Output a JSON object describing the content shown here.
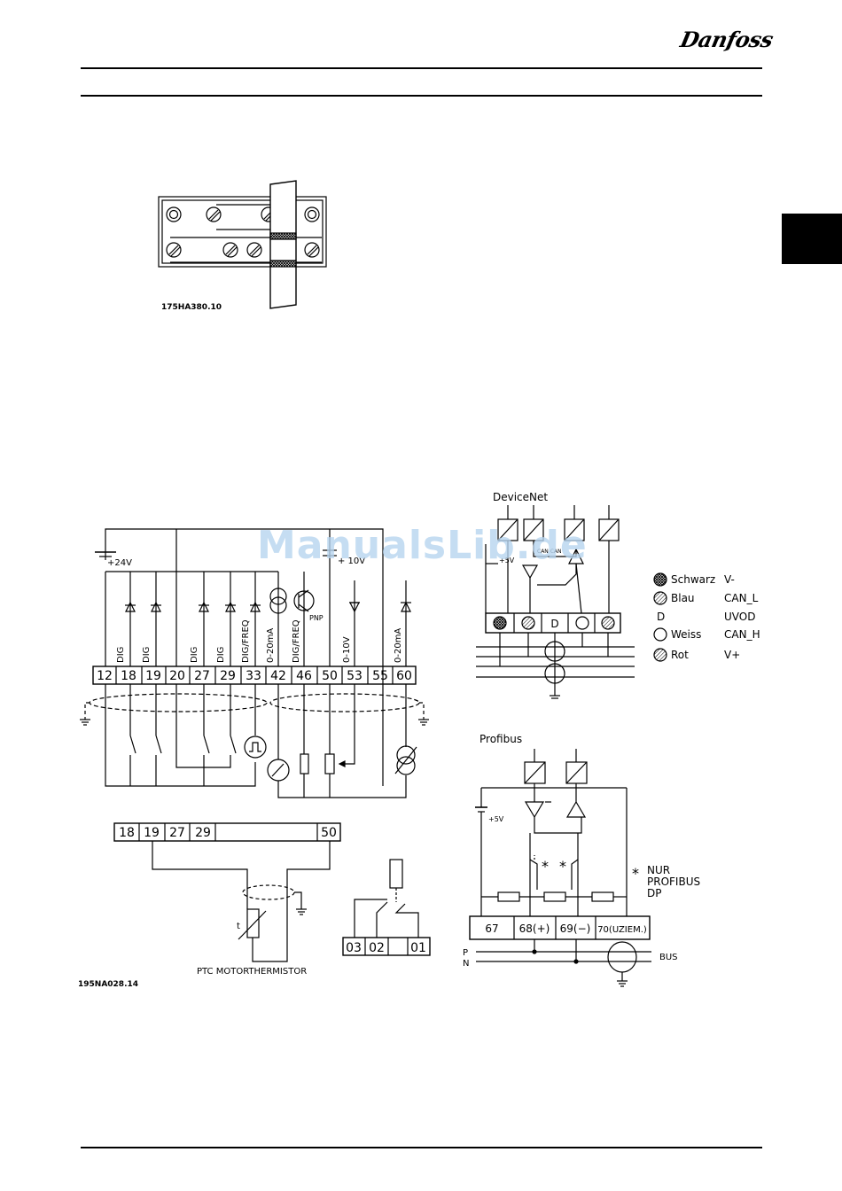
{
  "header": {
    "brand": "Danfoss"
  },
  "watermark": "ManualsLib.de",
  "figure1": {
    "code": "175HA380.10"
  },
  "figure2": {
    "code": "195NA028.14",
    "supply_24v": "+24V",
    "supply_10v": "+ 10V",
    "pnp": "PNP",
    "terminals": [
      "12",
      "18",
      "19",
      "20",
      "27",
      "29",
      "33",
      "42",
      "46",
      "50",
      "53",
      "55",
      "60"
    ],
    "signal_labels": [
      "DIG",
      "DIG",
      "DIG",
      "DIG",
      "DIG/FREQ",
      "0-20mA",
      "DIG/FREQ",
      "0-10V",
      "0-20mA"
    ],
    "ptc_terminals": [
      "18",
      "19",
      "27",
      "29",
      "50"
    ],
    "ptc_label": "PTC MOTORTHERMISTOR",
    "ptc_t": "t",
    "relay_terminals": [
      "03",
      "02",
      "01"
    ]
  },
  "devicenet": {
    "title": "DeviceNet",
    "v5": "+5V",
    "can_text": "CAN CAN",
    "terminal_d": "D",
    "legend": [
      {
        "color": "Schwarz",
        "signal": "V-"
      },
      {
        "color": "Blau",
        "signal": "CAN_L"
      },
      {
        "color": "D",
        "signal": "UVOD"
      },
      {
        "color": "Weiss",
        "signal": "CAN_H"
      },
      {
        "color": "Rot",
        "signal": "V+"
      }
    ]
  },
  "profibus": {
    "title": "Profibus",
    "v5": "+5V",
    "asterisk": "*",
    "note": [
      "NUR",
      "PROFIBUS",
      "DP"
    ],
    "terminals": [
      "67",
      "68(+)",
      "69(−)",
      "70(UZIEM.)"
    ],
    "p_label": "P",
    "n_label": "N",
    "bus_label": "BUS"
  }
}
